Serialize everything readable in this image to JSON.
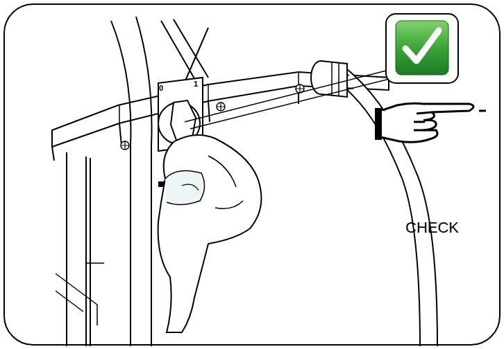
{
  "diagram": {
    "labels": [
      "0",
      "1",
      "CHECK"
    ]
  }
}
